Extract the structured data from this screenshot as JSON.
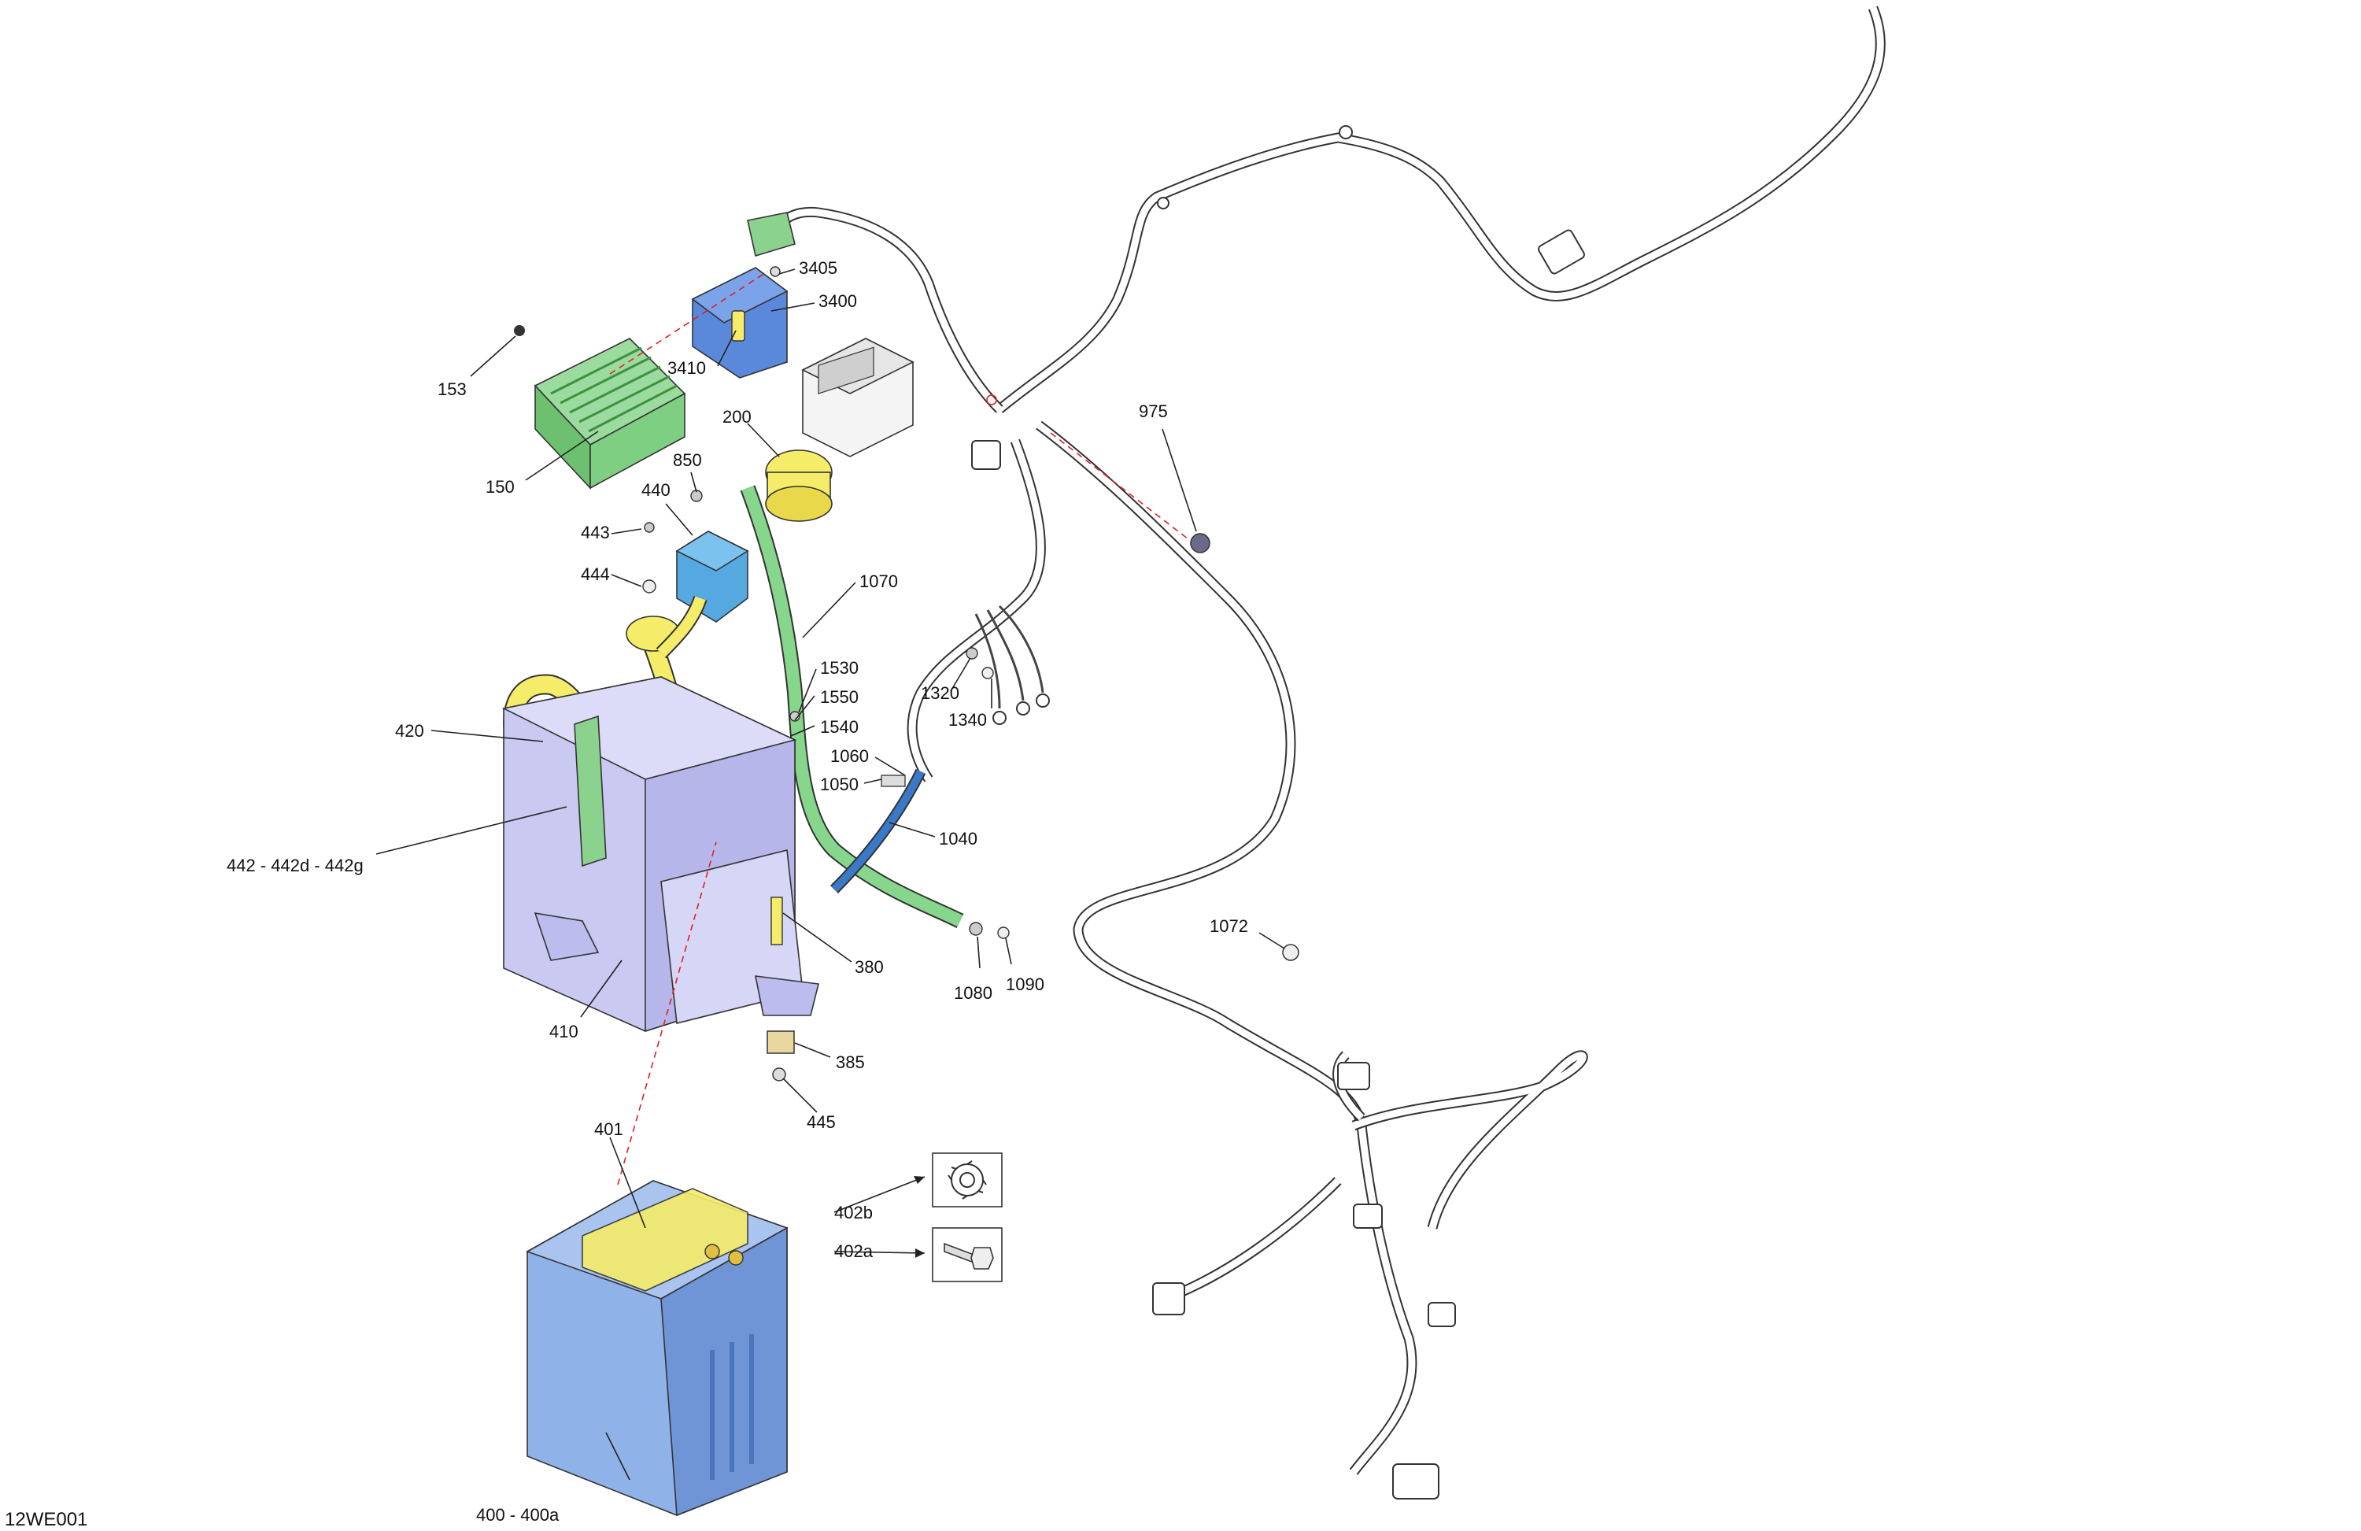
{
  "figure_id": "12WE001",
  "colors": {
    "battery": "#8fb2e8",
    "battery_dark": "#5a82c4",
    "tray": "#c9c9f2",
    "cable_yellow": "#f5ec6a",
    "cable_green": "#86d68b",
    "regulator_green": "#8ad28e",
    "bracket_blue": "#4e7fd6",
    "relay_blue": "#56a9e0",
    "harness": "#333333",
    "leader_red": "#e02020"
  },
  "callouts": {
    "c153": "153",
    "c150": "150",
    "c3405": "3405",
    "c3400": "3400",
    "c3410": "3410",
    "c200": "200",
    "c850": "850",
    "c440": "440",
    "c443": "443",
    "c444": "444",
    "c1070": "1070",
    "c975": "975",
    "c1320": "1320",
    "c1340": "1340",
    "c1530": "1530",
    "c1550": "1550",
    "c1540": "1540",
    "c1060": "1060",
    "c1050": "1050",
    "c1040": "1040",
    "c420": "420",
    "c442": "442 - 442d - 442g",
    "c380": "380",
    "c410": "410",
    "c385": "385",
    "c445": "445",
    "c1080": "1080",
    "c1090": "1090",
    "c1072": "1072",
    "c401": "401",
    "c402b": "402b",
    "c402a": "402a",
    "c400": "400 - 400a"
  },
  "icons": {
    "detail_402b": "lock-washer-icon",
    "detail_402a": "bolt-icon"
  }
}
